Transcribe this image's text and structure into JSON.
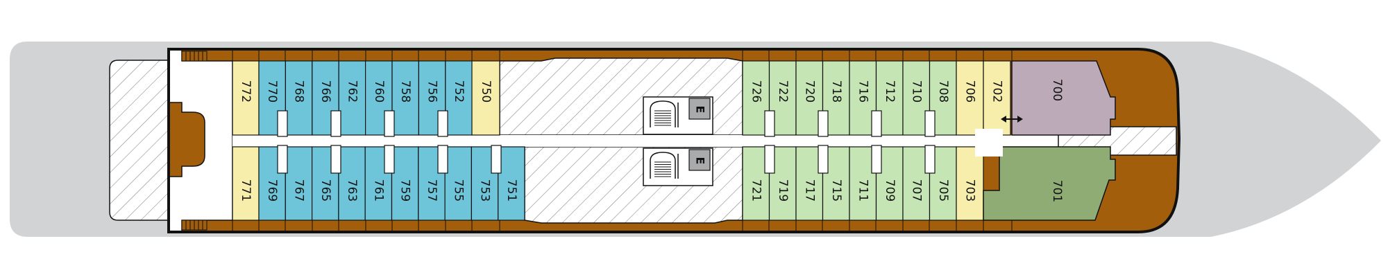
{
  "colors": {
    "hull": "#d2d3d5",
    "wood": "#a25e0a",
    "outline": "#111111",
    "corridor": "#ffffff",
    "hatch_bg": "#ffffff",
    "hatch_line": "#8a8a8a",
    "blue_cabin": "#6ec4d9",
    "green_cabin": "#c5e6b4",
    "yellow_cabin": "#f6eeaa",
    "suite_purple": "#bcaab8",
    "suite_green": "#8fac74",
    "elevator": "#a9aaab"
  },
  "cabins": {
    "top_yellow_aft": "772",
    "top_blue": [
      "770",
      "768",
      "766",
      "762",
      "760",
      "758",
      "756",
      "752"
    ],
    "top_yellow_mid": "750",
    "bottom_yellow_aft": "771",
    "bottom_blue": [
      "769",
      "767",
      "765",
      "763",
      "761",
      "759",
      "757",
      "755",
      "753",
      "751"
    ],
    "top_green": [
      "726",
      "722",
      "720",
      "718",
      "716",
      "712",
      "710",
      "708"
    ],
    "top_yellow_fwd": [
      "706",
      "702"
    ],
    "bottom_green": [
      "721",
      "719",
      "717",
      "715",
      "711",
      "709",
      "707",
      "705"
    ],
    "bottom_yellow_fwd": "703",
    "suite_top": "700",
    "suite_bottom": "701"
  },
  "elevators": {
    "top": "E",
    "bottom": "E"
  },
  "connecting_door_icon": "double-arrow-icon"
}
